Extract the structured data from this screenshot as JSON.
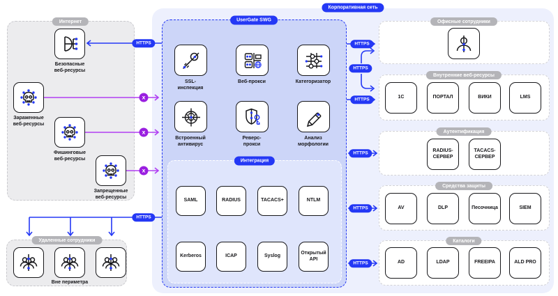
{
  "corporate": {
    "title": "Корпоративная сеть",
    "panels": [
      {
        "title": "Офисные сотрудники",
        "items": []
      },
      {
        "title": "Внутренние веб-ресурсы",
        "items": [
          {
            "label": "1С"
          },
          {
            "label": "ПОРТАЛ"
          },
          {
            "label": "ВИКИ"
          },
          {
            "label": "LMS"
          }
        ]
      },
      {
        "title": "Аутентификация",
        "items": [
          {
            "label": "RADIUS-\nСЕРВЕР"
          },
          {
            "label": "TACACS-\nСЕРВЕР"
          }
        ]
      },
      {
        "title": "Средства защиты",
        "items": [
          {
            "label": "AV"
          },
          {
            "label": "DLP"
          },
          {
            "label": "Песочница"
          },
          {
            "label": "SIEM"
          }
        ]
      },
      {
        "title": "Каталоги",
        "items": [
          {
            "label": "AD"
          },
          {
            "label": "LDAP"
          },
          {
            "label": "FREEIPA"
          },
          {
            "label": "ALD PRO"
          }
        ]
      }
    ]
  },
  "usergate": {
    "title": "UserGate SWG",
    "features": [
      {
        "label": "SSL-\nинспекция"
      },
      {
        "label": "Веб-прокси"
      },
      {
        "label": "Категоризатор"
      },
      {
        "label": "Встроенный\nантивирус"
      },
      {
        "label": "Реверс-\nпрокси"
      },
      {
        "label": "Анализ\nморфологии"
      }
    ],
    "integration": {
      "title": "Интеграция",
      "items": [
        {
          "label": "SAML"
        },
        {
          "label": "RADIUS"
        },
        {
          "label": "TACACS+"
        },
        {
          "label": "NTLM"
        },
        {
          "label": "Kerberos"
        },
        {
          "label": "ICAP"
        },
        {
          "label": "Syslog"
        },
        {
          "label": "Открытый\nAPI"
        }
      ]
    }
  },
  "internet": {
    "title": "Интернет",
    "items": [
      {
        "label": "Безопасные\nвеб-ресурсы"
      },
      {
        "label": "Зараженные\nвеб-ресурсы"
      },
      {
        "label": "Фишинговые\nвеб-ресурсы"
      },
      {
        "label": "Запрещенные\nвеб-ресурсы"
      }
    ]
  },
  "remote": {
    "title": "Удаленные сотрудники",
    "perimeter_label": "Вне периметра"
  },
  "connections": {
    "https_label": "HTTPS",
    "blocked_label": "x"
  },
  "colors": {
    "accent_blue": "#2438f5",
    "purple_line": "#b13ff2",
    "purple_badge": "#9a1fe0",
    "gray_badge": "#b4b4b8",
    "usergate_fill": "#ccd5f8",
    "corporate_fill": "#edf0fd"
  }
}
